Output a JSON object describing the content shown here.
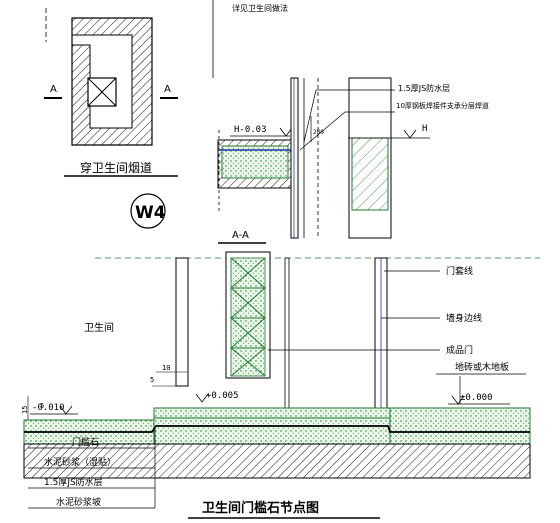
{
  "labels": {
    "top_note": "详见卫生间做法",
    "section_left": "A",
    "section_right": "A",
    "flue_caption": "穿卫生间烟道",
    "detail_badge": "W4",
    "level_top": "H-0.03",
    "dim_280": "280",
    "waterproof_top": "1.5厚JS防水层",
    "steel_mesh": "10厚钢板焊接件支承分层焊道",
    "h_mark": "H",
    "aa_title": "A-A",
    "door_frame_line": "门套线",
    "wall_edge_line": "墙身边线",
    "finished_door": "成品门",
    "bathroom": "卫生间",
    "floor_finish": "地砖或木地板",
    "dim_10": "10",
    "dim_5a": "5",
    "dim_15": "15",
    "dim_5b": "5",
    "level_left": "-0.010",
    "level_mid": "+0.005",
    "level_right": "±0.000",
    "threshold_stone": "门槛石",
    "cement_mortar": "水泥砂浆（湿贴）",
    "waterproof_js": "1.5厚JS防水层",
    "mortar_slope": "水泥砂浆坡",
    "title": "卫生间门槛石节点图"
  }
}
